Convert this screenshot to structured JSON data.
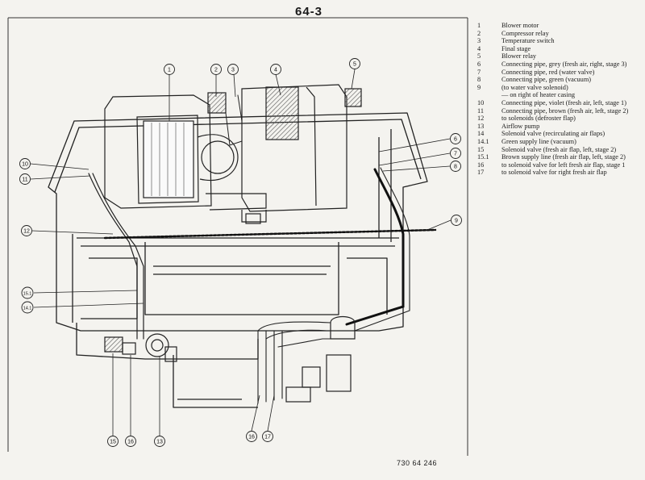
{
  "page_number": "64-3",
  "figure_id": "730 64 246",
  "legend": [
    {
      "num": "1",
      "text": "Blower motor"
    },
    {
      "num": "2",
      "text": "Compressor relay"
    },
    {
      "num": "3",
      "text": "Temperature switch"
    },
    {
      "num": "4",
      "text": "Final stage"
    },
    {
      "num": "5",
      "text": "Blower relay"
    },
    {
      "num": "6",
      "text": "Connecting pipe, grey (fresh air, right, stage 3)"
    },
    {
      "num": "7",
      "text": "Connecting pipe, red (water valve)"
    },
    {
      "num": "8",
      "text": "Connecting pipe, green (vacuum)"
    },
    {
      "num": "9",
      "text": "(to water valve solenoid)"
    },
    {
      "num": "",
      "text": "— on right of heater casing"
    },
    {
      "num": "10",
      "text": "Connecting pipe, violet (fresh air, left, stage 1)"
    },
    {
      "num": "11",
      "text": "Connecting pipe, brown (fresh air, left, stage 2)"
    },
    {
      "num": "12",
      "text": "to solenoids (defroster flap)"
    },
    {
      "num": "13",
      "text": "Airflow pump"
    },
    {
      "num": "14",
      "text": "Solenoid valve (recirculating air flaps)"
    },
    {
      "num": "14.1",
      "text": "Green supply line (vacuum)"
    },
    {
      "num": "15",
      "text": "Solenoid valve (fresh air flap, left, stage 2)"
    },
    {
      "num": "15.1",
      "text": "Brown supply line (fresh air flap, left, stage 2)"
    },
    {
      "num": "16",
      "text": "to solenoid valve for left fresh air flap, stage 1"
    },
    {
      "num": "17",
      "text": "to solenoid valve for right fresh air flap"
    }
  ],
  "callouts": [
    {
      "id": "c1",
      "label": "1"
    },
    {
      "id": "c2",
      "label": "2"
    },
    {
      "id": "c3",
      "label": "3"
    },
    {
      "id": "c4",
      "label": "4"
    },
    {
      "id": "c5",
      "label": "5"
    },
    {
      "id": "c6",
      "label": "6"
    },
    {
      "id": "c7",
      "label": "7"
    },
    {
      "id": "c8",
      "label": "8"
    },
    {
      "id": "c9",
      "label": "9"
    },
    {
      "id": "c10",
      "label": "10"
    },
    {
      "id": "c11",
      "label": "11"
    },
    {
      "id": "c12",
      "label": "12"
    },
    {
      "id": "c151",
      "label": "15.1"
    },
    {
      "id": "c141",
      "label": "14.1"
    },
    {
      "id": "c15",
      "label": "15"
    },
    {
      "id": "c16a",
      "label": "16"
    },
    {
      "id": "c13",
      "label": "13"
    },
    {
      "id": "c16b",
      "label": "16"
    },
    {
      "id": "c17",
      "label": "17"
    }
  ]
}
